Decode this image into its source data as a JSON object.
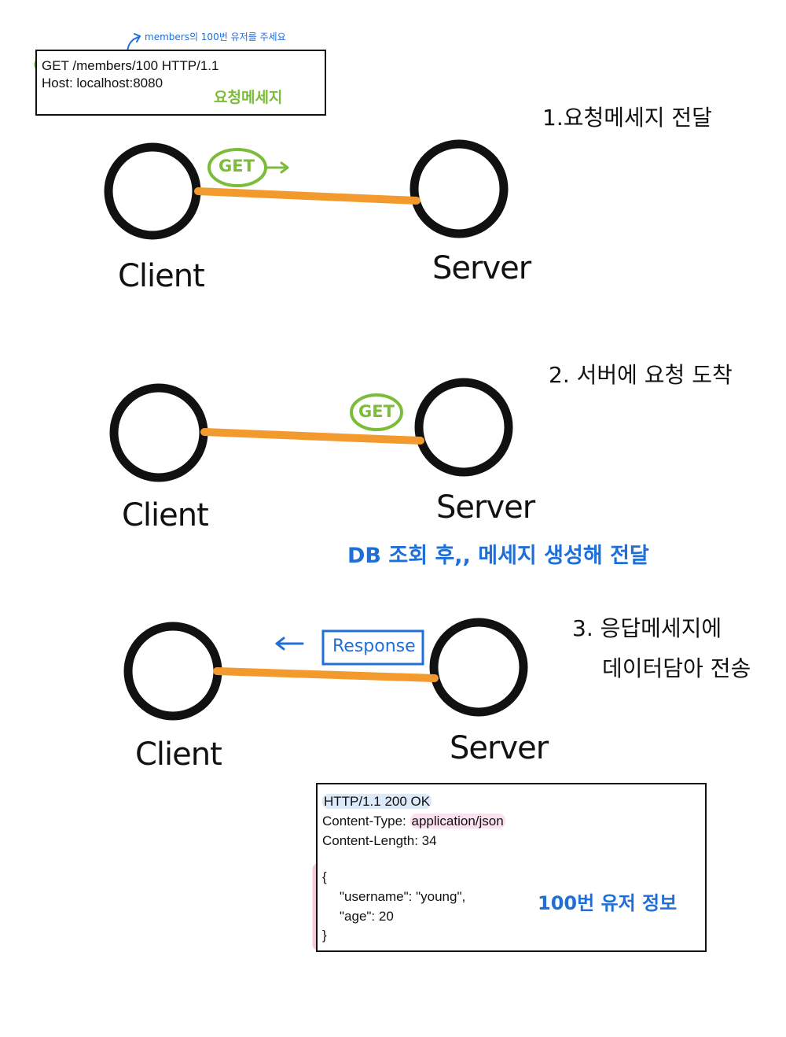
{
  "request_box": {
    "line1": "GET /members/100 HTTP/1.1",
    "line2": "Host: localhost:8080",
    "label": "요청메세지",
    "annotation": "members의 100번 유저를 주세요"
  },
  "steps": [
    {
      "title": "1.요청메세지 전달",
      "client": "Client",
      "server": "Server",
      "badge": "GET"
    },
    {
      "title": "2. 서버에 요청 도착",
      "client": "Client",
      "server": "Server",
      "badge": "GET",
      "note": "DB 조회 후,, 메세지 생성해 전달"
    },
    {
      "title_line1": "3. 응답메세지에",
      "title_line2": "데이터담아 전송",
      "client": "Client",
      "server": "Server",
      "badge": "Response"
    }
  ],
  "response_box": {
    "status_line": "HTTP/1.1 200 OK",
    "content_type_key": "Content-Type: ",
    "content_type_value": "application/json",
    "content_length": "Content-Length: 34",
    "body_open": "{",
    "body_line1": "\"username\": \"young\",",
    "body_line2": "\"age\": 20",
    "body_close": "}",
    "body_note": "100번 유저 정보"
  },
  "colors": {
    "green": "#7dbb3a",
    "blue": "#1f6fd8",
    "orange": "#f29a2e",
    "pink": "#f6c8df",
    "black": "#111111"
  }
}
